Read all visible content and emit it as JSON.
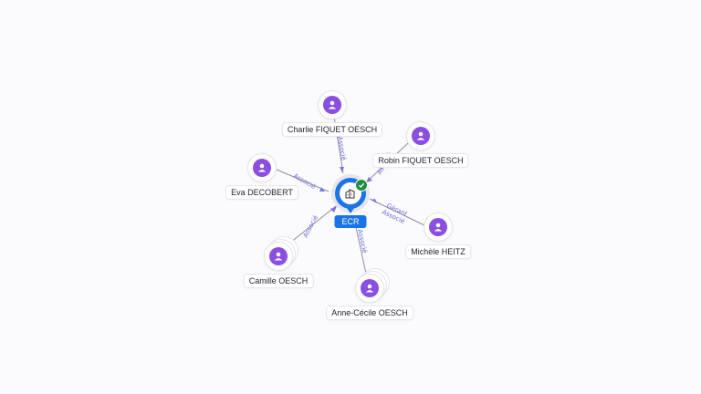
{
  "company": {
    "label": "ECR",
    "icon": "building-icon",
    "status_icon": "check-icon",
    "status_color": "#1e8e3e",
    "accent": "#1a73e8"
  },
  "people": [
    {
      "name": "Charlie FIQUET OESCH",
      "icon": "person-icon"
    },
    {
      "name": "Robin FIQUET OESCH",
      "icon": "person-icon"
    },
    {
      "name": "Eva DECOBERT",
      "icon": "person-icon"
    },
    {
      "name": "Michèle HEITZ",
      "icon": "person-icon"
    },
    {
      "name": "Camille OESCH",
      "icon": "person-icon"
    },
    {
      "name": "Anne-Cécile OESCH",
      "icon": "person-icon"
    }
  ],
  "edges": [
    {
      "from": "Charlie FIQUET OESCH",
      "label": "Associé"
    },
    {
      "from": "Robin FIQUET OESCH",
      "label": "Associé"
    },
    {
      "from": "Eva DECOBERT",
      "label": "Associé"
    },
    {
      "from": "Michèle HEITZ",
      "label": "Gérant"
    },
    {
      "from": "Michèle HEITZ",
      "label": "Associé"
    },
    {
      "from": "Camille OESCH",
      "label": "Associé"
    },
    {
      "from": "Anne-Cécile OESCH",
      "label": "Associé"
    }
  ],
  "colors": {
    "avatar": "#8a4fe0",
    "edge_label": "#6a67d4",
    "background": "#fbfbfe"
  }
}
